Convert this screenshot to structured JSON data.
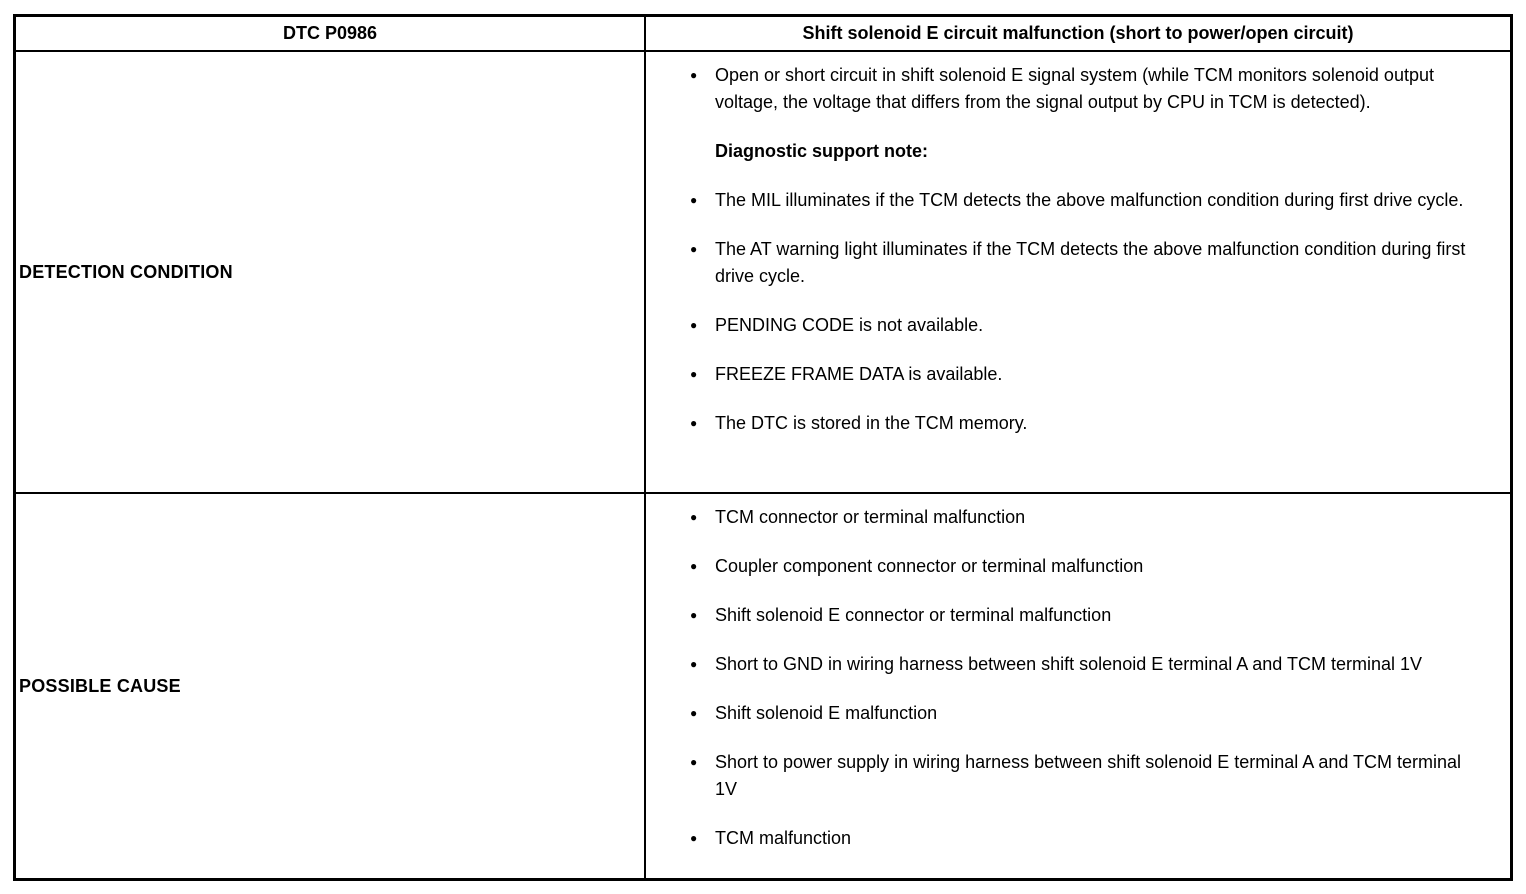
{
  "colors": {
    "border": "#000000",
    "background": "#ffffff",
    "text": "#000000"
  },
  "table": {
    "header": {
      "dtc_label": "DTC P0986",
      "title": "Shift solenoid E circuit malfunction (short to power/open circuit)"
    },
    "rows": [
      {
        "label": "DETECTION CONDITION",
        "content": [
          {
            "type": "bullet",
            "text": "Open or short circuit in shift solenoid E signal system (while TCM monitors solenoid output voltage, the voltage that differs from the signal output by CPU in TCM is detected)."
          },
          {
            "type": "heading",
            "text": "Diagnostic support note:"
          },
          {
            "type": "bullet",
            "text": "The MIL illuminates if the TCM detects the above malfunction condition during first drive cycle."
          },
          {
            "type": "bullet",
            "text": "The AT warning light illuminates if the TCM detects the above malfunction condition during first drive cycle."
          },
          {
            "type": "bullet",
            "text": "PENDING CODE is not available."
          },
          {
            "type": "bullet",
            "text": "FREEZE FRAME DATA is available."
          },
          {
            "type": "bullet",
            "text": "The DTC is stored in the TCM memory."
          }
        ]
      },
      {
        "label": "POSSIBLE CAUSE",
        "content": [
          {
            "type": "bullet",
            "text": "TCM connector or terminal malfunction"
          },
          {
            "type": "bullet",
            "text": "Coupler component connector or terminal malfunction"
          },
          {
            "type": "bullet",
            "text": "Shift solenoid E connector or terminal malfunction"
          },
          {
            "type": "bullet",
            "text": "Short to GND in wiring harness between shift solenoid E terminal A and TCM terminal 1V"
          },
          {
            "type": "bullet",
            "text": "Shift solenoid E malfunction"
          },
          {
            "type": "bullet",
            "text": "Short to power supply in wiring harness between shift solenoid E terminal A and TCM terminal 1V"
          },
          {
            "type": "bullet",
            "text": "TCM malfunction"
          }
        ]
      }
    ]
  }
}
